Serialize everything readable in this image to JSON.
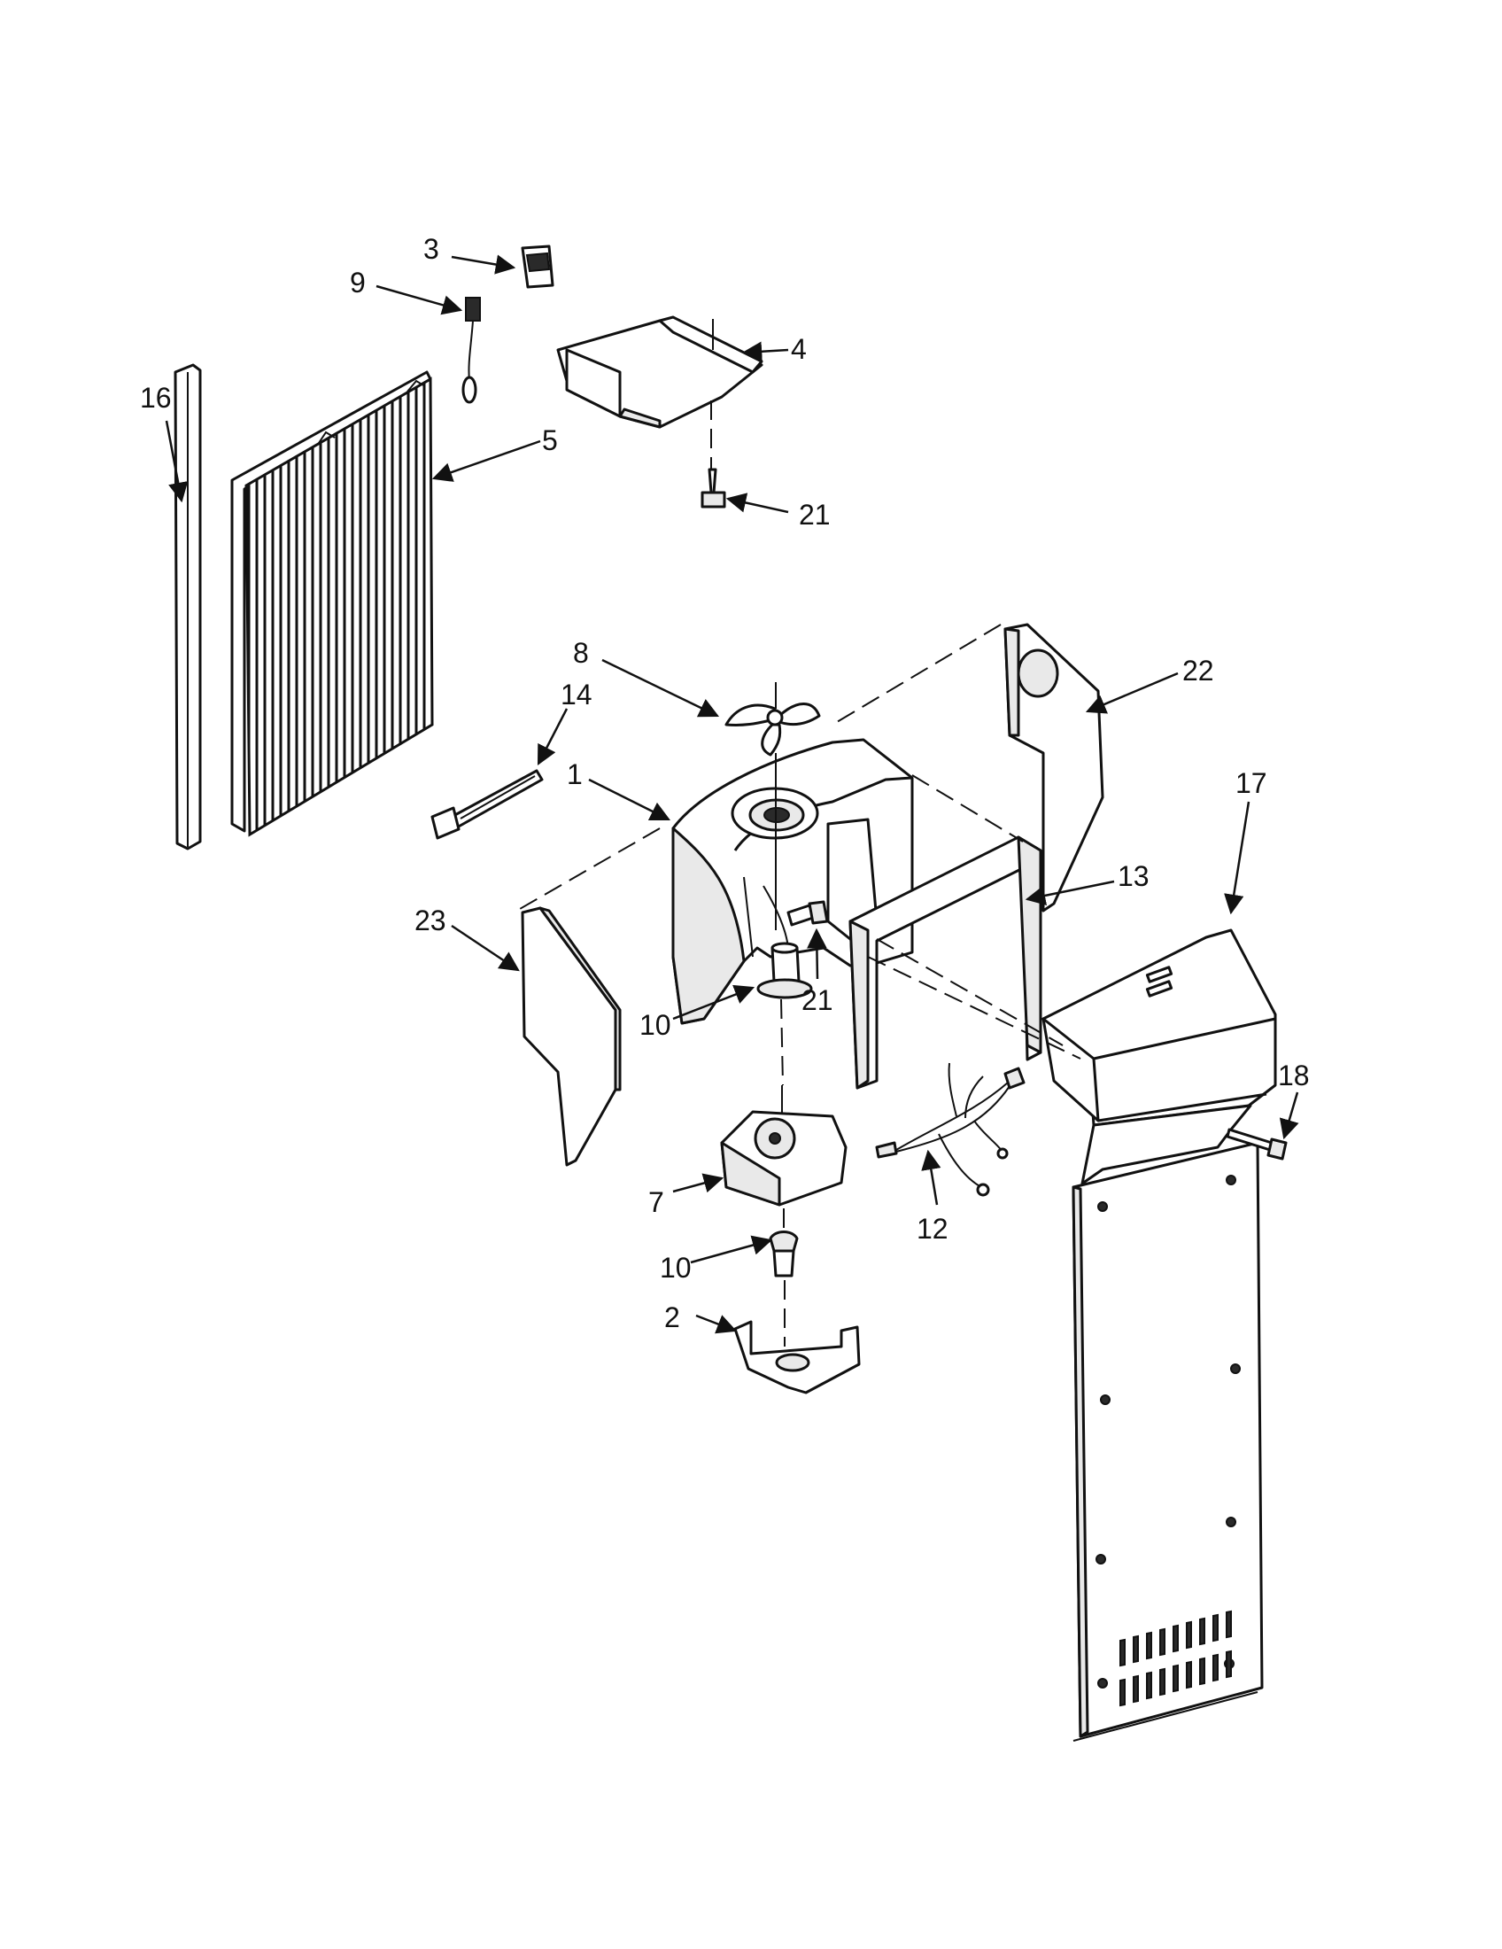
{
  "callouts": [
    {
      "id": "c3",
      "text": "3"
    },
    {
      "id": "c9",
      "text": "9"
    },
    {
      "id": "c4",
      "text": "4"
    },
    {
      "id": "c16",
      "text": "16"
    },
    {
      "id": "c5",
      "text": "5"
    },
    {
      "id": "c21a",
      "text": "21"
    },
    {
      "id": "c8",
      "text": "8"
    },
    {
      "id": "c22",
      "text": "22"
    },
    {
      "id": "c14",
      "text": "14"
    },
    {
      "id": "c1",
      "text": "1"
    },
    {
      "id": "c17",
      "text": "17"
    },
    {
      "id": "c13",
      "text": "13"
    },
    {
      "id": "c23",
      "text": "23"
    },
    {
      "id": "c21b",
      "text": "21"
    },
    {
      "id": "c10a",
      "text": "10"
    },
    {
      "id": "c18",
      "text": "18"
    },
    {
      "id": "c7",
      "text": "7"
    },
    {
      "id": "c12",
      "text": "12"
    },
    {
      "id": "c10b",
      "text": "10"
    },
    {
      "id": "c2",
      "text": "2"
    }
  ]
}
